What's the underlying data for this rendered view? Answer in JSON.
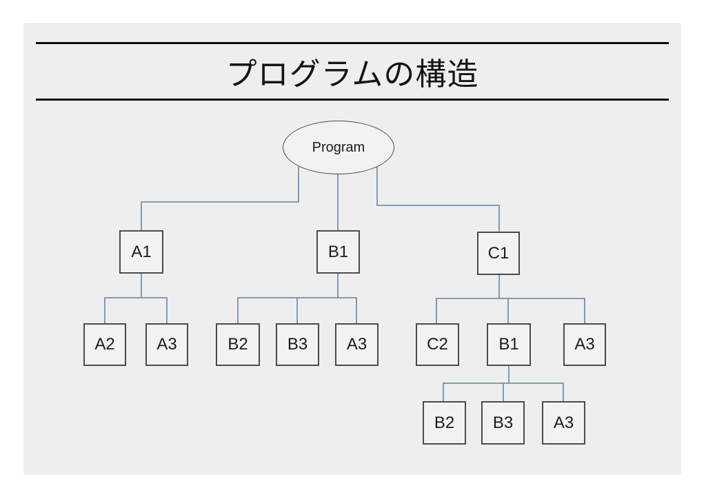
{
  "slide": {
    "title": "プログラムの構造"
  },
  "tree": {
    "root": {
      "label": "Program",
      "children": [
        {
          "label": "A1",
          "children": [
            {
              "label": "A2"
            },
            {
              "label": "A3"
            }
          ]
        },
        {
          "label": "B1",
          "children": [
            {
              "label": "B2"
            },
            {
              "label": "B3"
            },
            {
              "label": "A3"
            }
          ]
        },
        {
          "label": "C1",
          "children": [
            {
              "label": "C2"
            },
            {
              "label": "B1",
              "children": [
                {
                  "label": "B2"
                },
                {
                  "label": "B3"
                },
                {
                  "label": "A3"
                }
              ]
            },
            {
              "label": "A3"
            }
          ]
        }
      ]
    }
  },
  "colors": {
    "canvas": "#ffffff",
    "panel_background": "#eeeeee",
    "node_fill": "#f2f2f2",
    "node_border": "#4a4a4a",
    "connector_line": "#7490ad",
    "title_rule": "#0a0a0a",
    "text": "#1b1b1b"
  }
}
